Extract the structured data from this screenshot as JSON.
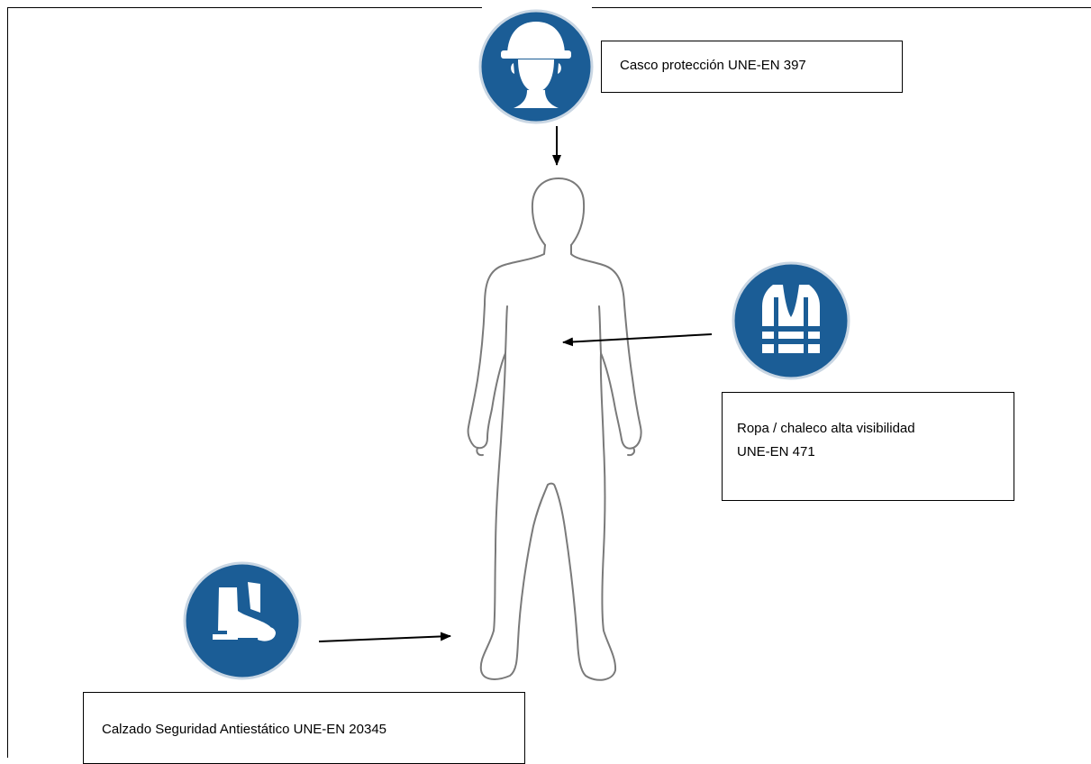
{
  "colors": {
    "sign_blue": "#1b5d96",
    "line": "#000000",
    "silhouette_stroke": "#7a7a7a"
  },
  "items": [
    {
      "label": "Casco protección UNE-EN 397",
      "icon": "hard-hat-icon"
    },
    {
      "label": "Ropa / chaleco alta visibilidad",
      "label_line2": "UNE-EN 471",
      "icon": "high-visibility-vest-icon"
    },
    {
      "label": "Calzado Seguridad Antiestático UNE-EN 20345",
      "icon": "safety-boot-icon"
    }
  ]
}
